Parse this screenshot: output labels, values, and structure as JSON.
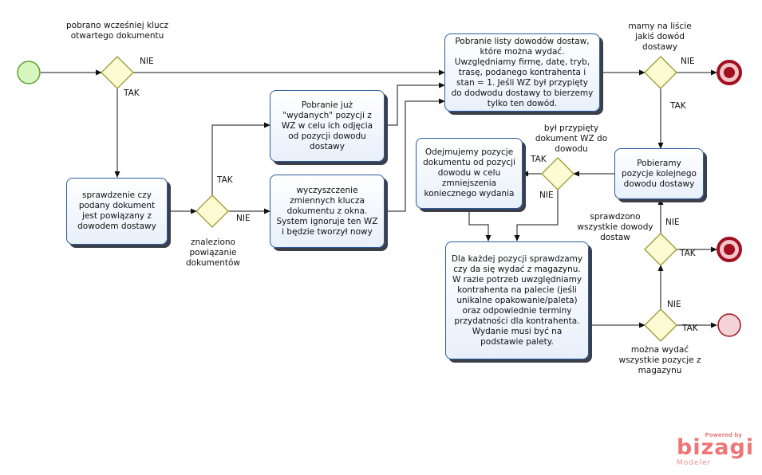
{
  "tasks": {
    "t1": "sprawdzenie czy podany dokument jest powiązany z dowodem dostawy",
    "t2": "Pobranie już \"wydanych\" pozycji z WZ w celu ich odjęcia od pozycji dowodu dostawy",
    "t3": "wyczyszczenie zmiennych klucza dokumentu z okna. System ignoruje ten WZ i będzie tworzył nowy",
    "t4": "Pobranie listy dowodów dostaw, które można wydać. Uwzględniamy firmę, datę, tryb, trasę, podanego kontrahenta i stan = 1. Jeśli WZ był przypięty do dodwodu dostawy to bierzemy tylko ten dowód.",
    "t5": "Odejmujemy pozycje dokumentu od pozycji dowodu w celu zmniejszenia koniecznego wydania",
    "t6": "Pobieramy pozycje kolejnego dowodu dostawy",
    "t7": "Dla każdej pozycji sprawdzamy czy da się wydać z magazynu. W razie potrzeb uwzględniamy kontrahenta na palecie (jeśli unikalne opakowanie/paleta) oraz odpowiednie terminy przydatności dla kontrahenta. Wydanie musi być na podstawie palety."
  },
  "gateways": {
    "g1": "pobrano wcześniej klucz otwartego dokumentu",
    "g2": "znaleziono powiązanie dokumentów",
    "g3": "mamy na liście jakiś dowód dostawy",
    "g4": "był przypięty dokument WZ do dowodu",
    "g5": "sprawdzono wszystkie dowody dostaw",
    "g6": "można wydać wszystkie pozycje z magazynu"
  },
  "flow_labels": {
    "yes": "TAK",
    "no": "NIE"
  },
  "branding": {
    "powered": "Powered by",
    "name": "bizagi",
    "product": "Modeler"
  },
  "colors": {
    "task_border": "#2c5aa0",
    "gateway_fill": "#fdfbd3",
    "gateway_stroke": "#9a9a30",
    "start_fill": "#d8f7c0",
    "start_stroke": "#5aa02c",
    "end_stroke": "#a01020",
    "end_fill": "#f3c4c8",
    "logo": "#ef7676"
  }
}
